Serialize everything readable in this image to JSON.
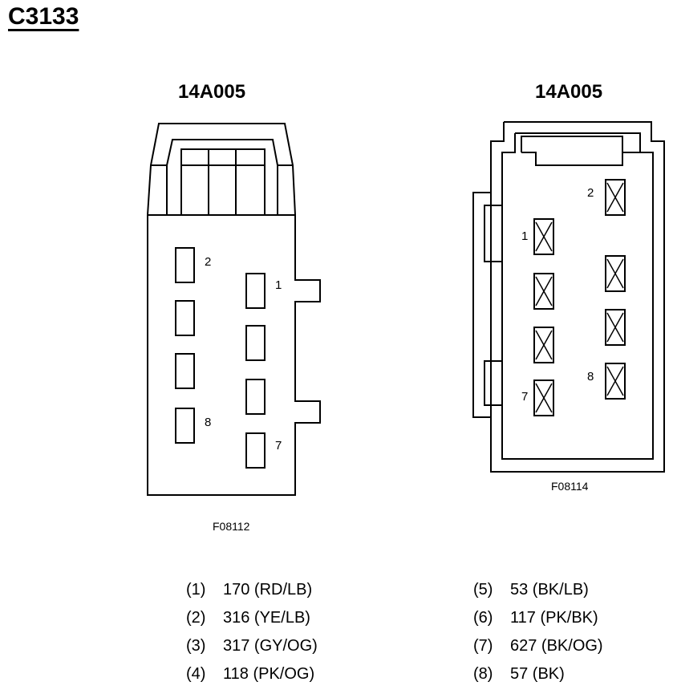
{
  "title": "C3133",
  "connectors": [
    {
      "part_number": "14A005",
      "figure_id": "F08112",
      "pin_labels": [
        "1",
        "2",
        "7",
        "8"
      ]
    },
    {
      "part_number": "14A005",
      "figure_id": "F08114",
      "pin_labels": [
        "1",
        "2",
        "7",
        "8"
      ]
    }
  ],
  "pinout_left": [
    {
      "pin": "(1)",
      "circuit": "170 (RD/LB)"
    },
    {
      "pin": "(2)",
      "circuit": "316 (YE/LB)"
    },
    {
      "pin": "(3)",
      "circuit": "317 (GY/OG)"
    },
    {
      "pin": "(4)",
      "circuit": "118 (PK/OG)"
    }
  ],
  "pinout_right": [
    {
      "pin": "(5)",
      "circuit": "53 (BK/LB)"
    },
    {
      "pin": "(6)",
      "circuit": "117 (PK/BK)"
    },
    {
      "pin": "(7)",
      "circuit": "627 (BK/OG)"
    },
    {
      "pin": "(8)",
      "circuit": "57 (BK)"
    }
  ]
}
